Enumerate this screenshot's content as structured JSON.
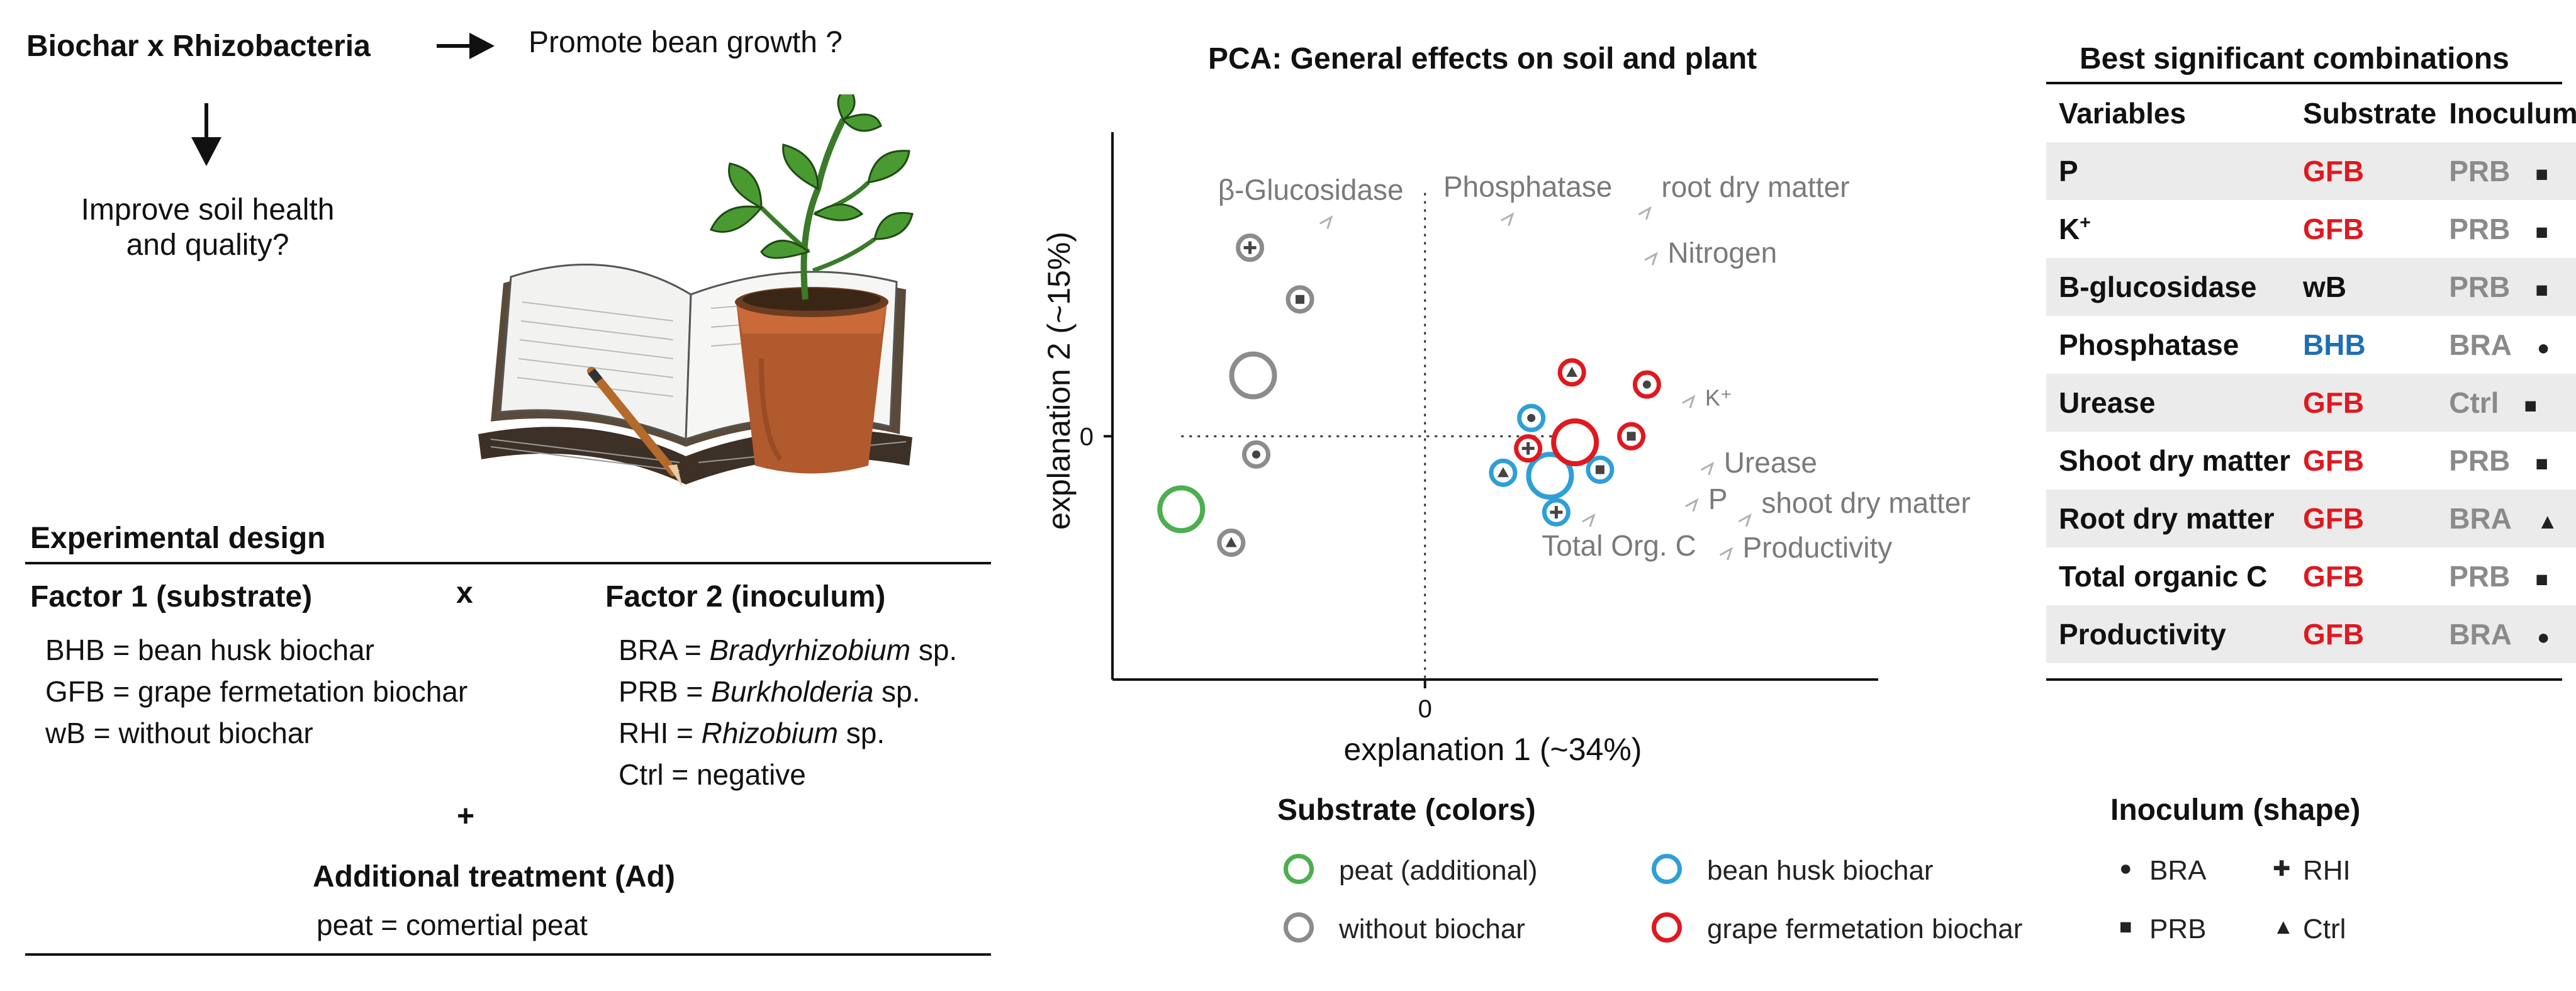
{
  "flow": {
    "main": "Biochar x Rhizobacteria",
    "q1": "Promote bean growth ?",
    "q2_line1": "Improve soil health",
    "q2_line2": "and quality?"
  },
  "design": {
    "title": "Experimental design",
    "times": "x",
    "factor1": {
      "title": "Factor 1 (substrate)",
      "items": [
        "BHB = bean husk biochar",
        "GFB = grape fermetation biochar",
        "wB = without  biochar"
      ]
    },
    "factor2": {
      "title": "Factor 2 (inoculum)",
      "items": [
        {
          "code": "BRA = ",
          "name": "Bradyrhizobium",
          "suffix": " sp."
        },
        {
          "code": "PRB = ",
          "name": "Burkholderia",
          "suffix": " sp."
        },
        {
          "code": "RHI = ",
          "name": "Rhizobium",
          "suffix": " sp."
        },
        {
          "code": "Ctrl = negative",
          "name": "",
          "suffix": ""
        }
      ]
    },
    "plus": "+",
    "additional": {
      "title": "Additional treatment (Ad)",
      "item": "peat = comertial peat"
    }
  },
  "chart_data": {
    "type": "scatter",
    "title": "PCA: General effects on soil and plant",
    "xlabel": "explanation 1 (~34%)",
    "ylabel": "explanation 2 (~15%)",
    "xtick": "0",
    "ytick": "0",
    "xlim": [
      -1.0,
      1.45
    ],
    "ylim": [
      -0.8,
      1.0
    ],
    "colors": {
      "peat": "#4caf50",
      "without": "#8c8c8c",
      "bhb": "#2d9fd9",
      "gfb": "#e0181f"
    },
    "points": [
      {
        "x": -0.56,
        "y": 0.62,
        "color": "without",
        "shape": "plus",
        "size": "small"
      },
      {
        "x": -0.4,
        "y": 0.45,
        "color": "without",
        "shape": "square",
        "size": "small"
      },
      {
        "x": -0.55,
        "y": 0.2,
        "color": "without",
        "shape": "none",
        "size": "large"
      },
      {
        "x": -0.54,
        "y": -0.06,
        "color": "without",
        "shape": "circle",
        "size": "small"
      },
      {
        "x": -0.62,
        "y": -0.35,
        "color": "without",
        "shape": "triangle",
        "size": "small"
      },
      {
        "x": -0.78,
        "y": -0.24,
        "color": "peat",
        "shape": "none",
        "size": "large"
      },
      {
        "x": 0.34,
        "y": 0.06,
        "color": "bhb",
        "shape": "circle",
        "size": "small"
      },
      {
        "x": 0.25,
        "y": -0.12,
        "color": "bhb",
        "shape": "triangle",
        "size": "small"
      },
      {
        "x": 0.4,
        "y": -0.13,
        "color": "bhb",
        "shape": "none",
        "size": "large"
      },
      {
        "x": 0.56,
        "y": -0.11,
        "color": "bhb",
        "shape": "square",
        "size": "small"
      },
      {
        "x": 0.42,
        "y": -0.25,
        "color": "bhb",
        "shape": "plus",
        "size": "small"
      },
      {
        "x": 0.47,
        "y": 0.21,
        "color": "gfb",
        "shape": "triangle",
        "size": "small"
      },
      {
        "x": 0.71,
        "y": 0.17,
        "color": "gfb",
        "shape": "circle",
        "size": "small"
      },
      {
        "x": 0.66,
        "y": 0.0,
        "color": "gfb",
        "shape": "square",
        "size": "small"
      },
      {
        "x": 0.33,
        "y": -0.04,
        "color": "gfb",
        "shape": "plus",
        "size": "small"
      },
      {
        "x": 0.48,
        "y": -0.02,
        "color": "gfb",
        "shape": "none",
        "size": "large"
      }
    ],
    "loadings": [
      {
        "label": "β-Glucosidase",
        "x": -0.3,
        "y": 0.72
      },
      {
        "label": "Phosphatase",
        "x": 0.28,
        "y": 0.73
      },
      {
        "label": "root dry matter",
        "x": 0.72,
        "y": 0.75
      },
      {
        "label": "Nitrogen",
        "x": 0.74,
        "y": 0.6
      },
      {
        "label": "K⁺",
        "x": 0.86,
        "y": 0.13
      },
      {
        "label": "Urease",
        "x": 0.92,
        "y": -0.09
      },
      {
        "label": "P",
        "x": 0.87,
        "y": -0.21
      },
      {
        "label": "shoot dry matter",
        "x": 1.04,
        "y": -0.26
      },
      {
        "label": "Total Org. C",
        "x": 0.54,
        "y": -0.26
      },
      {
        "label": "Productivity",
        "x": 0.98,
        "y": -0.37
      }
    ]
  },
  "table": {
    "title": "Best significant combinations",
    "headers": [
      "Variables",
      "Substrate",
      "Inoculum"
    ],
    "rows": [
      {
        "variable": "P",
        "sup": "",
        "substrate": "GFB",
        "sub_color": "red",
        "inoculum": "PRB",
        "shape": "■"
      },
      {
        "variable": "K",
        "sup": "+",
        "substrate": "GFB",
        "sub_color": "red",
        "inoculum": "PRB",
        "shape": "■"
      },
      {
        "variable": "B-glucosidase",
        "sup": "",
        "substrate": "wB",
        "sub_color": "black",
        "inoculum": "PRB",
        "shape": "■"
      },
      {
        "variable": "Phosphatase",
        "sup": "",
        "substrate": "BHB",
        "sub_color": "blue",
        "inoculum": "BRA",
        "shape": "●"
      },
      {
        "variable": "Urease",
        "sup": "",
        "substrate": "GFB",
        "sub_color": "red",
        "inoculum": "Ctrl",
        "shape": "■"
      },
      {
        "variable": "Shoot dry matter",
        "sup": "",
        "substrate": "GFB",
        "sub_color": "red",
        "inoculum": "PRB",
        "shape": "■"
      },
      {
        "variable": "Root dry matter",
        "sup": "",
        "substrate": "GFB",
        "sub_color": "red",
        "inoculum": "BRA",
        "shape": "▲"
      },
      {
        "variable": "Total organic C",
        "sup": "",
        "substrate": "GFB",
        "sub_color": "red",
        "inoculum": "PRB",
        "shape": "■"
      },
      {
        "variable": "Productivity",
        "sup": "",
        "substrate": "GFB",
        "sub_color": "red",
        "inoculum": "BRA",
        "shape": "●"
      }
    ]
  },
  "legend_substrate": {
    "title": "Substrate (colors)",
    "items": [
      {
        "label": "peat (additional)",
        "color": "#4caf50"
      },
      {
        "label": "bean husk biochar",
        "color": "#2d9fd9"
      },
      {
        "label": "without  biochar",
        "color": "#8c8c8c"
      },
      {
        "label": "grape fermetation biochar",
        "color": "#e0181f"
      }
    ]
  },
  "legend_inoculum": {
    "title": "Inoculum (shape)",
    "items": [
      {
        "label": "BRA",
        "glyph": "●"
      },
      {
        "label": "RHI",
        "glyph": "✚"
      },
      {
        "label": "PRB",
        "glyph": "■"
      },
      {
        "label": "Ctrl",
        "glyph": "▲"
      }
    ]
  }
}
